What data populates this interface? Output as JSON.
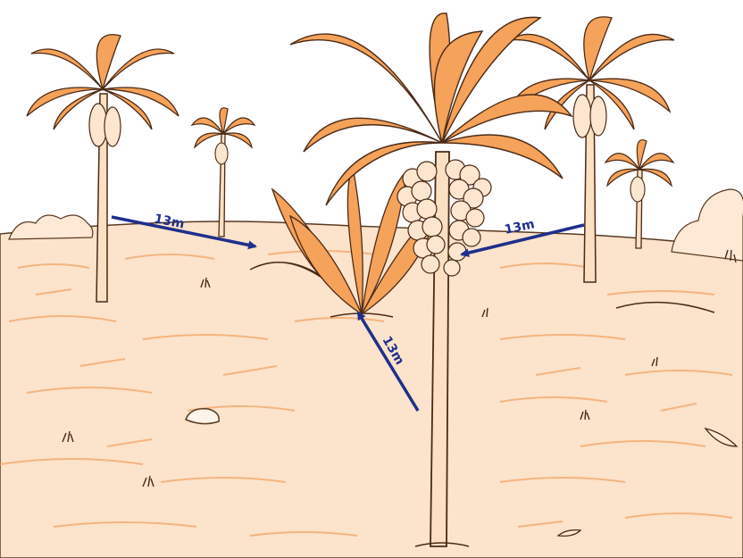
{
  "scene": {
    "colors": {
      "sky": "#ffffff",
      "ground": "#fbe3cc",
      "hatch": "#f2a566",
      "foliage": "#f5a25a",
      "foliage_dark": "#d97a2e",
      "outline": "#4a2a16",
      "trunk": "#fbe0c4",
      "fruit": "#fde6cf",
      "arrow": "#1f2f8c"
    },
    "trees": [
      {
        "name": "left-palm"
      },
      {
        "name": "small-distant-palm"
      },
      {
        "name": "sapling-palm"
      },
      {
        "name": "central-fruit-palm"
      },
      {
        "name": "right-palm"
      },
      {
        "name": "far-right-palm"
      }
    ]
  },
  "measurements": [
    {
      "name": "left-distance",
      "label": "13m"
    },
    {
      "name": "right-distance",
      "label": "13m"
    },
    {
      "name": "front-distance",
      "label": "13m"
    }
  ]
}
